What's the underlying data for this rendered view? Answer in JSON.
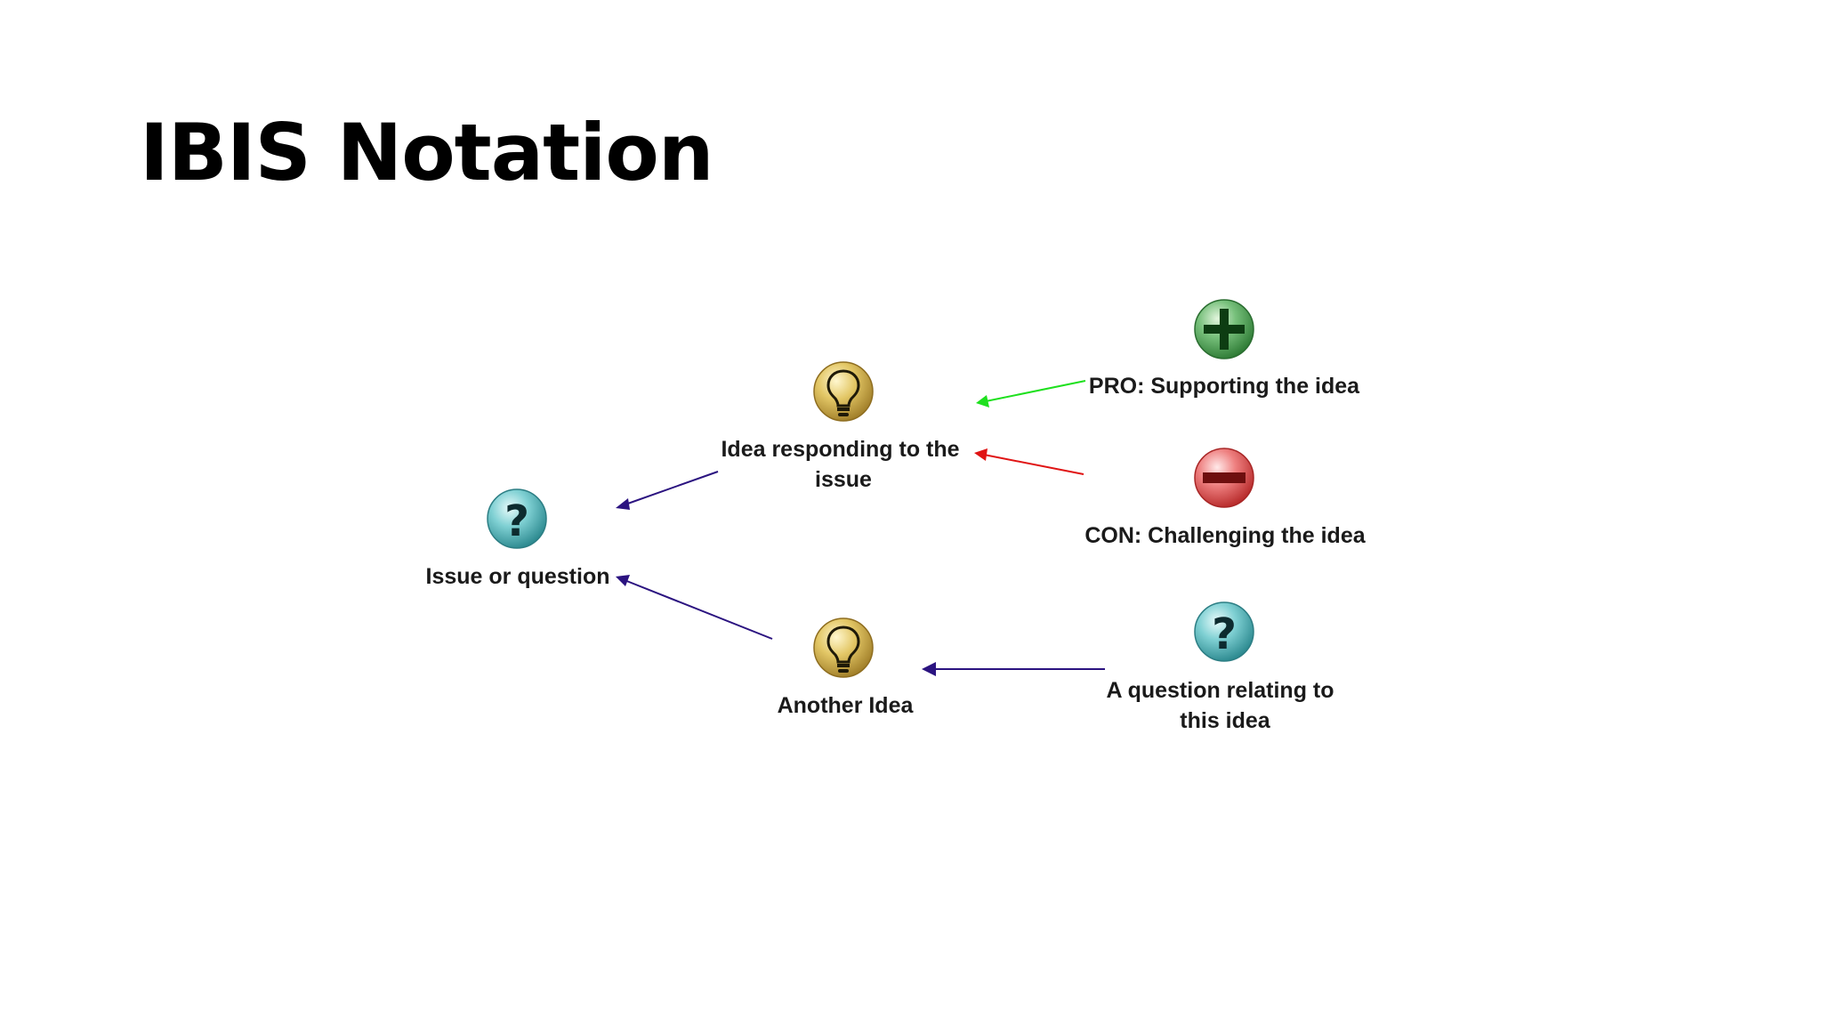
{
  "slide": {
    "title": "IBIS Notation"
  },
  "diagram": {
    "nodes": {
      "issue": {
        "type": "question",
        "label_lines": [
          "Issue or question"
        ]
      },
      "idea1": {
        "type": "idea",
        "label_lines": [
          "Idea responding to the",
          "issue"
        ]
      },
      "idea2": {
        "type": "idea",
        "label_lines": [
          "Another Idea"
        ]
      },
      "pro": {
        "type": "pro",
        "label_lines": [
          "PRO: Supporting the idea"
        ]
      },
      "con": {
        "type": "con",
        "label_lines": [
          "CON: Challenging the idea"
        ]
      },
      "question2": {
        "type": "question",
        "label_lines": [
          "A question relating to",
          "this idea"
        ]
      }
    },
    "edges": [
      {
        "from": "idea1",
        "to": "issue",
        "color": "#2b1380"
      },
      {
        "from": "idea2",
        "to": "issue",
        "color": "#2b1380"
      },
      {
        "from": "pro",
        "to": "idea1",
        "color": "#1ee01e"
      },
      {
        "from": "con",
        "to": "idea1",
        "color": "#e01414"
      },
      {
        "from": "question2",
        "to": "idea2",
        "color": "#2b1380"
      }
    ],
    "colors": {
      "question_icon": "#4fb4b8",
      "idea_icon": "#d9b94a",
      "pro_icon": "#3f9a45",
      "con_icon": "#e05a5a"
    }
  }
}
